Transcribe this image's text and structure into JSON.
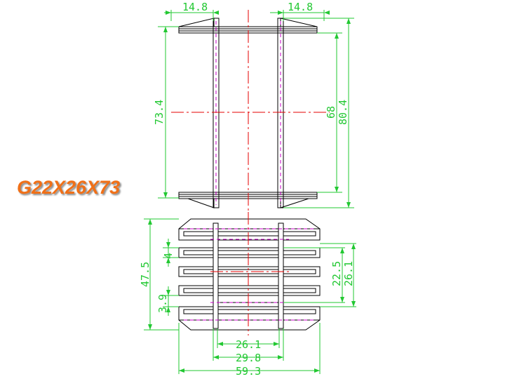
{
  "title": "G22X26X73",
  "dimensions": {
    "top_left_width": "14.8",
    "top_right_width": "14.8",
    "inner_height": "73.4",
    "window_height": "68",
    "overall_height": "80.4",
    "bottom_height": "47.5",
    "pin_thickness": "4",
    "pin_pitch": "3.9",
    "window_width": "22.5",
    "core_width": "26.1",
    "bottom_inner_width": "26.1",
    "bottom_mid_width": "29.8",
    "bottom_overall_width": "59.3"
  },
  "colors": {
    "outline": "#000000",
    "dimension": "#22c832",
    "centerline": "#e60000",
    "hidden": "#c800c8",
    "title": "#f07018"
  }
}
